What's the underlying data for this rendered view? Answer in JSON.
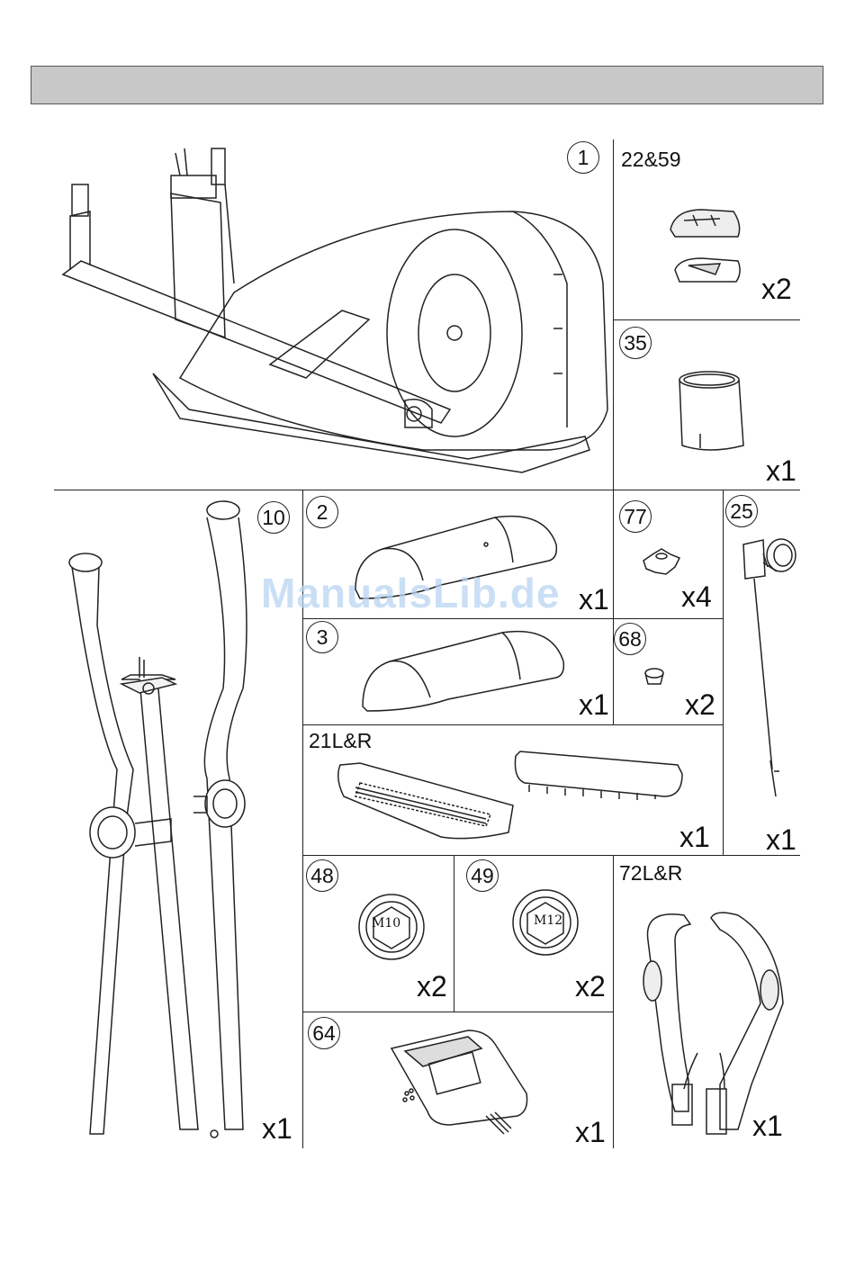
{
  "header": {
    "title": ""
  },
  "watermark": "ManualsLib.de",
  "parts": [
    {
      "id": "1",
      "qty": ""
    },
    {
      "id": "22&59",
      "qty": "x2"
    },
    {
      "id": "35",
      "qty": "x1"
    },
    {
      "id": "10",
      "qty": "x1"
    },
    {
      "id": "2",
      "qty": "x1"
    },
    {
      "id": "77",
      "qty": "x4"
    },
    {
      "id": "25",
      "qty": "x1"
    },
    {
      "id": "3",
      "qty": "x1"
    },
    {
      "id": "68",
      "qty": "x2"
    },
    {
      "id": "21L&R",
      "qty": "x1"
    },
    {
      "id": "48",
      "qty": "x2",
      "label": "M10"
    },
    {
      "id": "49",
      "qty": "x2",
      "label": "M12"
    },
    {
      "id": "72L&R",
      "qty": "x1"
    },
    {
      "id": "64",
      "qty": "x1"
    }
  ]
}
